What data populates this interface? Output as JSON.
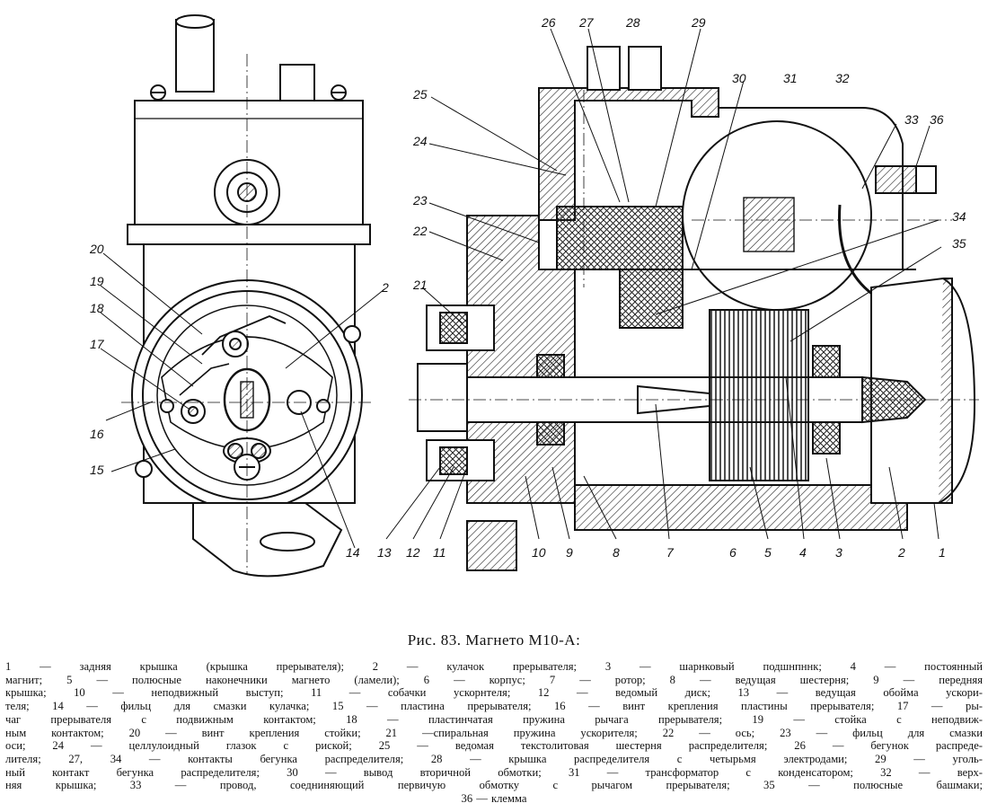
{
  "figure": {
    "caption": "Рис. 83. Магнето М10-А:",
    "labels": [
      "1",
      "2",
      "3",
      "4",
      "5",
      "6",
      "7",
      "8",
      "9",
      "10",
      "11",
      "12",
      "13",
      "14",
      "15",
      "16",
      "17",
      "18",
      "19",
      "20",
      "2",
      "21",
      "22",
      "23",
      "24",
      "25",
      "26",
      "27",
      "28",
      "29",
      "30",
      "31",
      "32",
      "33",
      "34",
      "35",
      "36"
    ]
  },
  "legend": {
    "lines": [
      "1 — задняя крышка (крышка прерывателя); 2 — кулачок прерывателя; 3 — шарнковый подшнпннк; 4 — постоянный",
      "магнит; 5 — полюсные наконечники магнето (ламели); 6 — корпус; 7 — ротор; 8 — ведущая шестерня; 9 — передняя",
      "крышка; 10 — неподвижный выступ; 11 — собачки ускорнтеля; 12 — ведомый диск; 13 — ведущая обойма ускори-",
      "теля; 14 — фильц для смазки кулачка; 15 — пластина прерывателя; 16 — винт крепления пластины прерывателя; 17 — ры-",
      "чаг прерывателя с подвижным контактом; 18 — пластинчатая пружина рычага прерывателя; 19 — стойка с неподвиж-",
      "ным контактом; 20 — винт крепления стойки; 21 —спиральная пружина ускорителя; 22 — ось; 23 — фильц для смазки",
      "оси; 24 — целлулоидный глазок с риской; 25 — ведомая текстолитовая шестерня распределителя; 26 — бегунок распреде-",
      "лителя; 27, 34 — контакты бегунка распределителя; 28 — крышка распределителя с четырьмя электродами; 29 — уголь-",
      "ный контакт бегунка распределителя; 30 — вывод вторичной обмотки; 31 — трансформатор с конденсатором; 32 — верх-",
      "няя крышка; 33 — провод, соедниняющий первичую обмотку с рычагом прерывателя; 35 — полюсные башмаки;",
      "36 — клемма"
    ]
  }
}
